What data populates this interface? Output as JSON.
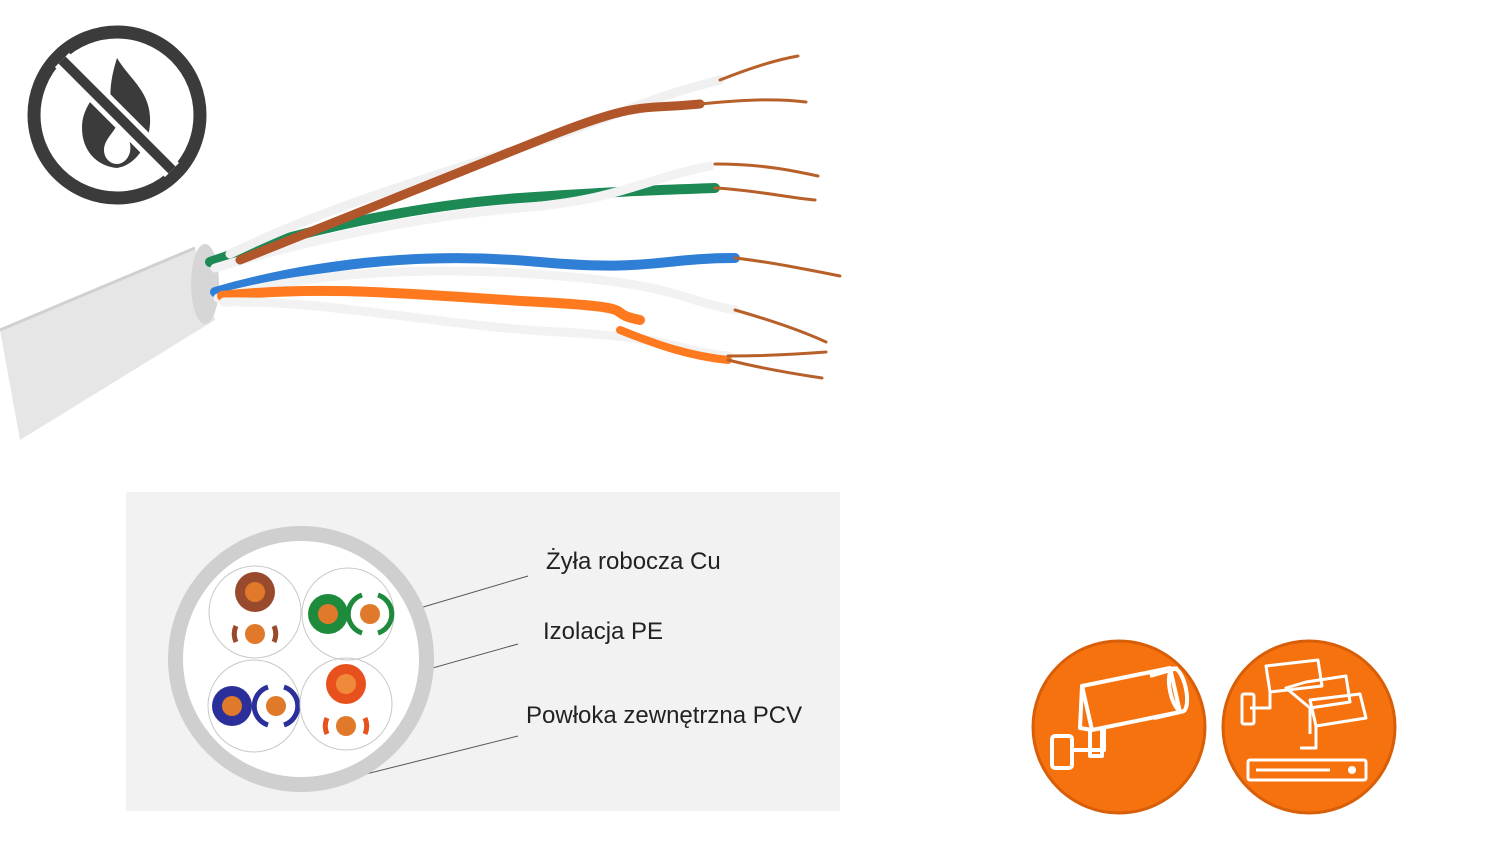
{
  "icons": {
    "no_fire": "no-fire-icon",
    "camera": "cctv-camera-icon",
    "system": "cctv-system-icon"
  },
  "colors": {
    "accent_orange": "#f5720e",
    "icon_dark": "#3b3b3b",
    "panel_bg": "#f2f2f2",
    "jacket_gray": "#cfcfcf",
    "pair_brown": "#9a4a2c",
    "pair_green": "#1d8a3c",
    "pair_blue": "#2a2f9a",
    "pair_orange": "#e8501e",
    "copper": "#e07a2a"
  },
  "diagram": {
    "labels": {
      "core": "Żyła robocza Cu",
      "insulation": "Izolacja PE",
      "jacket": "Powłoka zewnętrzna PCV"
    }
  }
}
